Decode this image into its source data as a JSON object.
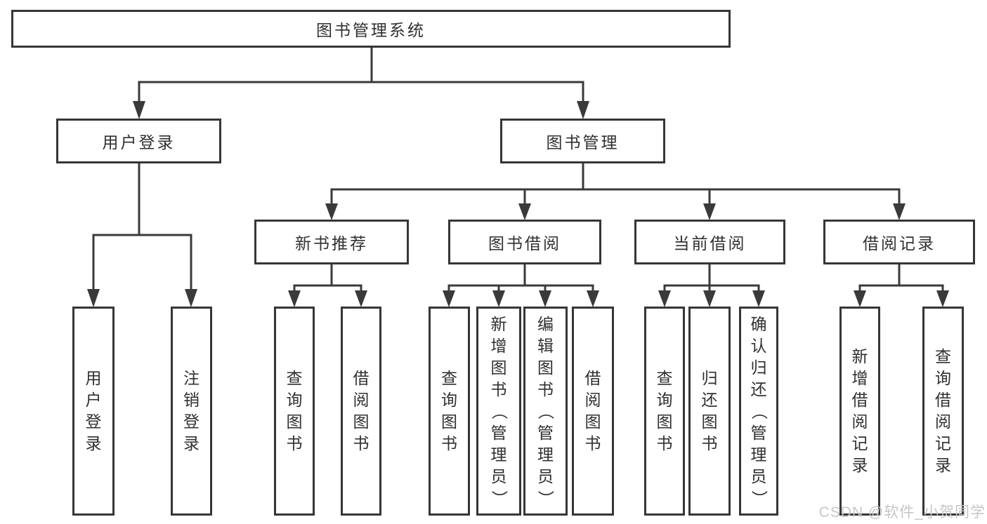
{
  "colors": {
    "line": "#3a3a3a",
    "box_border": "#363636",
    "text": "#303030",
    "watermark": "#c6c6c6",
    "bg": "#ffffff"
  },
  "nodes": {
    "root": {
      "label": "图书管理系统"
    },
    "level2": [
      {
        "label": "用户登录"
      },
      {
        "label": "图书管理"
      }
    ],
    "level3": [
      {
        "label": "新书推荐"
      },
      {
        "label": "图书借阅"
      },
      {
        "label": "当前借阅"
      },
      {
        "label": "借阅记录"
      }
    ],
    "leaves": {
      "user_login": [
        {
          "label": "用户登录"
        },
        {
          "label": "注销登录"
        }
      ],
      "new_book_recommend": [
        {
          "label": "查询图书"
        },
        {
          "label": "借阅图书"
        }
      ],
      "book_borrow": [
        {
          "label": "查询图书"
        },
        {
          "label": "新增图书（管理员）"
        },
        {
          "label": "编辑图书（管理员）"
        },
        {
          "label": "借阅图书"
        }
      ],
      "current_borrow": [
        {
          "label": "查询图书"
        },
        {
          "label": "归还图书"
        },
        {
          "label": "确认归还（管理员）"
        }
      ],
      "borrow_record": [
        {
          "label": "新增借阅记录"
        },
        {
          "label": "查询借阅记录"
        }
      ]
    }
  },
  "watermark": {
    "text": "CSDN @软件_小贺同学"
  }
}
